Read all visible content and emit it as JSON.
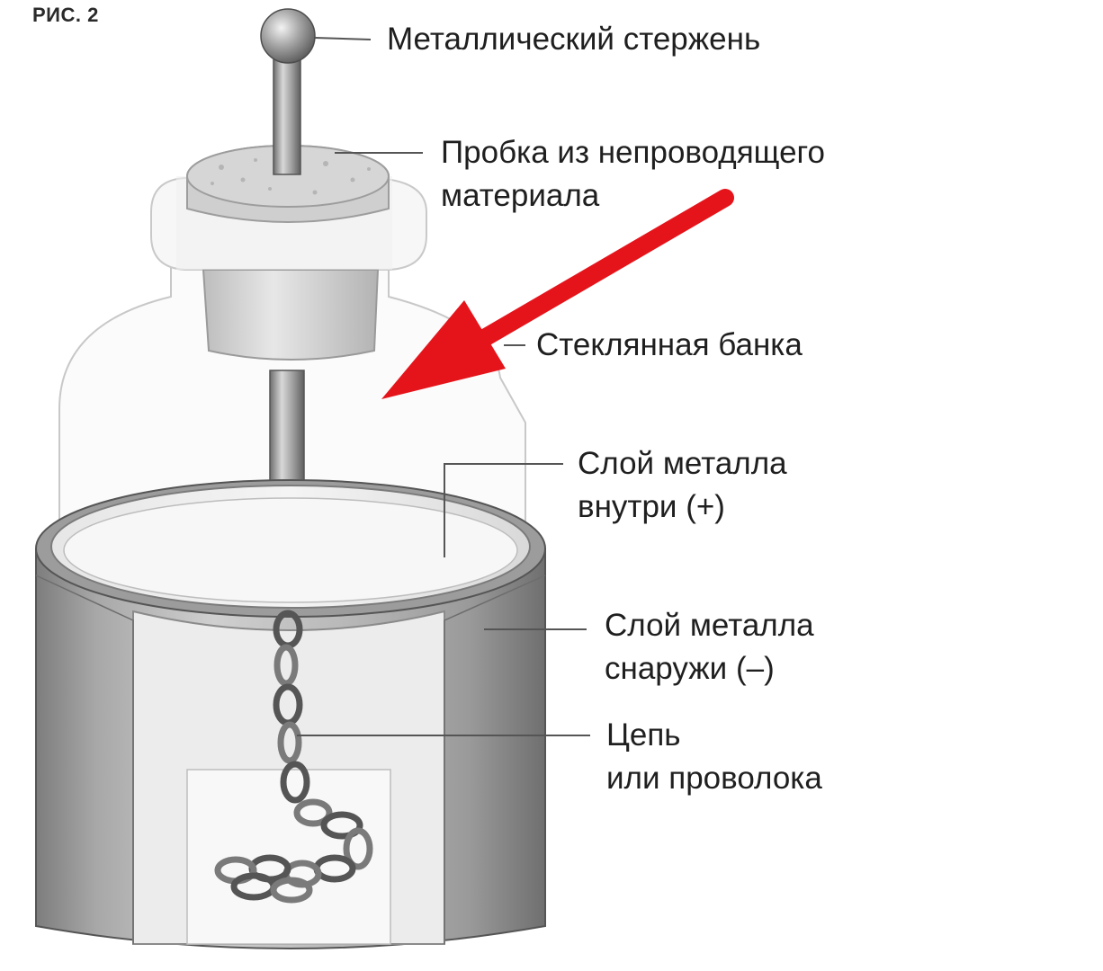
{
  "figure": {
    "label": "РИС. 2"
  },
  "labels": {
    "rod": [
      "Металлический стержень"
    ],
    "stopper": [
      "Пробка из непроводящего",
      "материала"
    ],
    "jar": [
      "Стеклянная банка"
    ],
    "inner_layer": [
      "Слой металла",
      "внутри (+)"
    ],
    "outer_layer": [
      "Слой металла",
      "снаружи (–)"
    ],
    "chain": [
      "Цепь",
      "или проволока"
    ]
  },
  "colors": {
    "arrow": "#e5141b",
    "leader": "#555555",
    "metal": "#a9a9a9",
    "glass_outline": "#c8c8c8"
  }
}
